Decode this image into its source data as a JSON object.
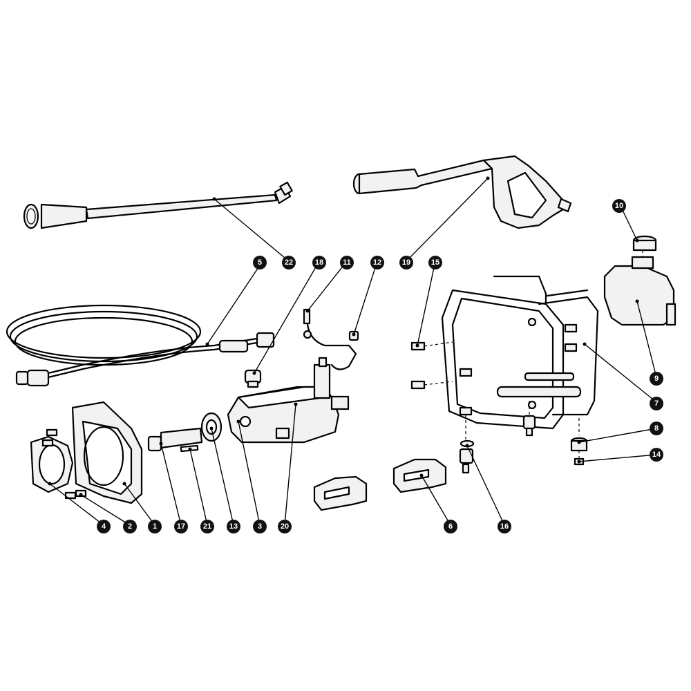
{
  "callouts": [
    {
      "id": "c1",
      "label": "1"
    },
    {
      "id": "c2",
      "label": "2"
    },
    {
      "id": "c3",
      "label": "3"
    },
    {
      "id": "c4",
      "label": "4"
    },
    {
      "id": "c5",
      "label": "5"
    },
    {
      "id": "c6",
      "label": "6"
    },
    {
      "id": "c7",
      "label": "7"
    },
    {
      "id": "c8",
      "label": "8"
    },
    {
      "id": "c9",
      "label": "9"
    },
    {
      "id": "c10",
      "label": "10"
    },
    {
      "id": "c11",
      "label": "11"
    },
    {
      "id": "c12",
      "label": "12"
    },
    {
      "id": "c13",
      "label": "13"
    },
    {
      "id": "c14",
      "label": "14"
    },
    {
      "id": "c15",
      "label": "15"
    },
    {
      "id": "c16",
      "label": "16"
    },
    {
      "id": "c17",
      "label": "17"
    },
    {
      "id": "c18",
      "label": "18"
    },
    {
      "id": "c19",
      "label": "19"
    },
    {
      "id": "c20",
      "label": "20"
    },
    {
      "id": "c21",
      "label": "21"
    },
    {
      "id": "c22",
      "label": "22"
    }
  ],
  "colors": {
    "ink": "#000000",
    "fill": "#f2f2f2",
    "badge": "#111111",
    "badge_text": "#ffffff"
  }
}
